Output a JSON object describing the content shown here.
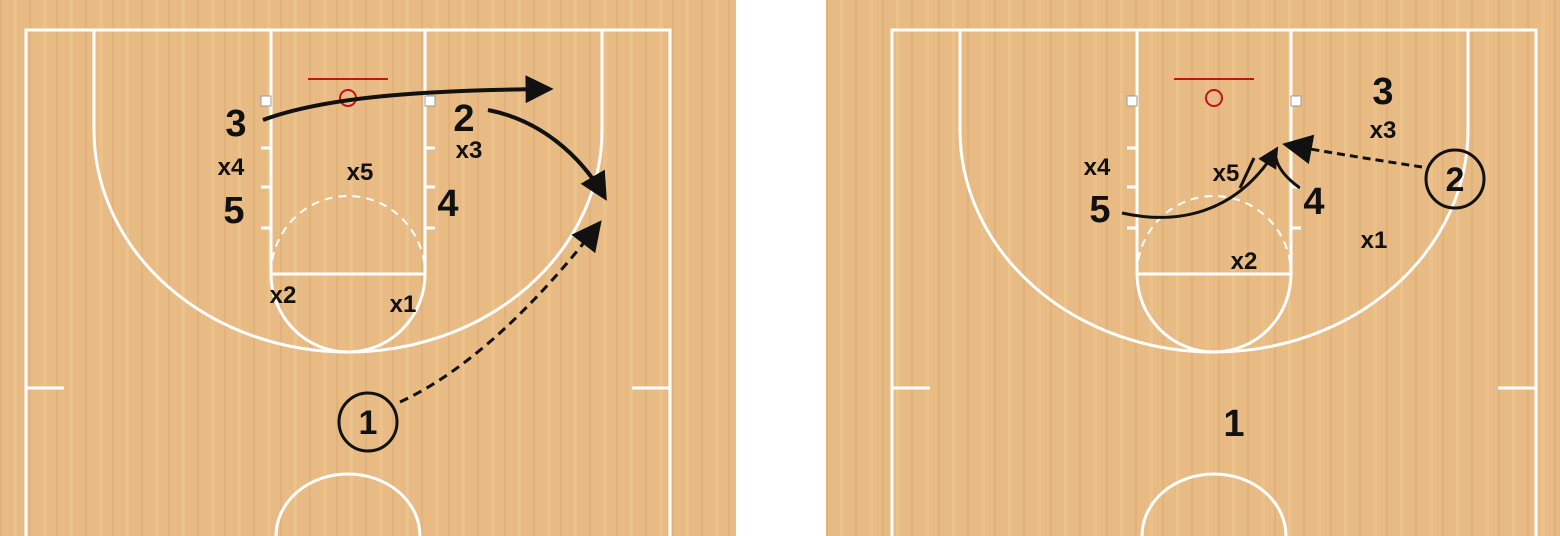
{
  "colors": {
    "court_wood": "#e8bb85",
    "court_lines": "#ffffff",
    "rim": "#c0141c",
    "marks": "#111111"
  },
  "diagrams": [
    {
      "offense": [
        "1",
        "2",
        "3",
        "4",
        "5"
      ],
      "defense": [
        "x1",
        "x2",
        "x3",
        "x4",
        "x5"
      ]
    },
    {
      "offense": [
        "1",
        "2",
        "3",
        "4",
        "5"
      ],
      "defense": [
        "x1",
        "x2",
        "x3",
        "x4",
        "x5"
      ]
    }
  ]
}
